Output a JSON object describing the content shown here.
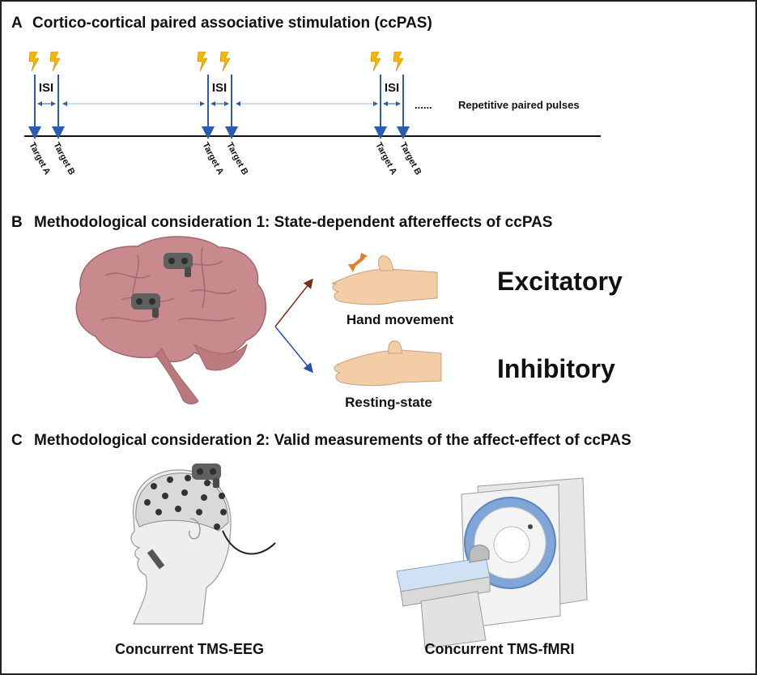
{
  "panel_a": {
    "letter": "A",
    "title": "Cortico-cortical paired associative stimulation (ccPAS)",
    "isi_label": "ISI",
    "target_a": "Target A",
    "target_b": "Target B",
    "ellipsis": "......",
    "repetitive_label": "Repetitive paired pulses",
    "bolt_color": "#f2b705",
    "arrow_color": "#2a5db0"
  },
  "panel_b": {
    "letter": "B",
    "title": "Methodological consideration 1: State-dependent aftereffects of ccPAS",
    "hand_movement": "Hand movement",
    "resting_state": "Resting-state",
    "excitatory": "Excitatory",
    "inhibitory": "Inhibitory",
    "brain_color": "#c98a8e",
    "up_arrow_color": "#7a2e12",
    "down_arrow_color": "#2a4fb0",
    "movement_arrow_color": "#e87a2a"
  },
  "panel_c": {
    "letter": "C",
    "title": "Methodological consideration 2: Valid measurements of the affect-effect of ccPAS",
    "eeg_label": "Concurrent TMS-EEG",
    "fmri_label": "Concurrent TMS-fMRI",
    "scanner_ring_color": "#7fa6d6"
  }
}
